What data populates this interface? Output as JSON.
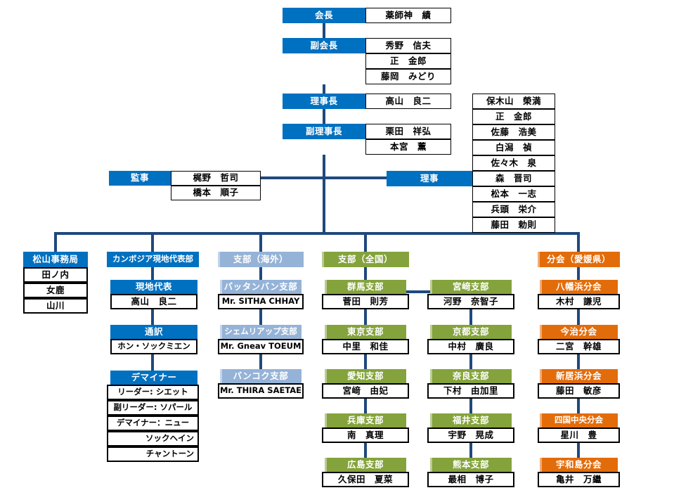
{
  "colors": {
    "header_blue": "#0070C0",
    "connector": "#1F497D",
    "light_blue": "#95B3D7",
    "green": "#84A33C",
    "orange": "#E36C0A",
    "cell_bg": "#FFFFFF",
    "cell_border": "#000000",
    "header_text": "#FFFFFF",
    "cell_text": "#000000"
  },
  "org": {
    "kaicho": {
      "title": "会長",
      "members": [
        "薬師神　績"
      ]
    },
    "fukukaicho": {
      "title": "副会長",
      "members": [
        "秀野　信夫",
        "正　金郎",
        "藤岡　みどり"
      ]
    },
    "rijicho": {
      "title": "理事長",
      "members": [
        "高山　良二"
      ]
    },
    "fukurijicho": {
      "title": "副理事長",
      "members": [
        "栗田　祥弘",
        "本宮　薫"
      ]
    },
    "kanji": {
      "title": "監事",
      "members": [
        "梶野　哲司",
        "橋本　順子"
      ]
    },
    "riji": {
      "title": "理事",
      "members": [
        "保木山　榮満",
        "正　金郎",
        "佐藤　浩美",
        "白潟　禎",
        "佐々木　泉",
        "森　晋司",
        "松本　一志",
        "兵頭　栄介",
        "藤田　勅則"
      ]
    },
    "matsuyama": {
      "title": "松山事務局",
      "members": [
        "田ノ内",
        "女鹿",
        "山川"
      ]
    },
    "cambodia": {
      "title": "カンボジア現地代表部",
      "units": [
        {
          "title": "現地代表",
          "members": [
            "高山　良二"
          ]
        },
        {
          "title": "通訳",
          "members": [
            "ホン・ソックミエン"
          ]
        },
        {
          "title": "デマイナー",
          "members": [
            "リーダー: シエット",
            "副リーダー: ソパール",
            "デマイナー：ニュー",
            "ソックヘイン",
            "チャントーン"
          ]
        }
      ]
    },
    "overseas": {
      "title": "支部（海外）",
      "units": [
        {
          "title": "バッタンバン支部",
          "members": [
            "Mr. SITHA CHHAY"
          ]
        },
        {
          "title": "シェムリアップ支部",
          "members": [
            "Mr. Gneav TOEUM"
          ]
        },
        {
          "title": "バンコク支部",
          "members": [
            "Mr. THIRA SAETAE"
          ]
        }
      ]
    },
    "national": {
      "title": "支部（全国）",
      "columns": [
        {
          "units": [
            {
              "title": "群馬支部",
              "members": [
                "菅田　則芳"
              ]
            },
            {
              "title": "東京支部",
              "members": [
                "中里　和佳"
              ]
            },
            {
              "title": "愛知支部",
              "members": [
                "宮﨑　由妃"
              ]
            },
            {
              "title": "兵庫支部",
              "members": [
                "南　真理"
              ]
            },
            {
              "title": "広島支部",
              "members": [
                "久保田　夏菜"
              ]
            }
          ]
        },
        {
          "units": [
            {
              "title": "宮﨑支部",
              "members": [
                "河野　奈智子"
              ]
            },
            {
              "title": "京都支部",
              "members": [
                "中村　廣良"
              ]
            },
            {
              "title": "奈良支部",
              "members": [
                "下村　由加里"
              ]
            },
            {
              "title": "福井支部",
              "members": [
                "宇野　晃成"
              ]
            },
            {
              "title": "熊本支部",
              "members": [
                "最相　博子"
              ]
            }
          ]
        }
      ]
    },
    "ehime": {
      "title": "分会（愛媛県）",
      "units": [
        {
          "title": "八幡浜分会",
          "members": [
            "木村　謙児"
          ]
        },
        {
          "title": "今治分会",
          "members": [
            "二宮　幹雄"
          ]
        },
        {
          "title": "新居浜分会",
          "members": [
            "藤田　敏彦"
          ]
        },
        {
          "title": "四国中央分会",
          "members": [
            "星川　豊"
          ]
        },
        {
          "title": "宇和島分会",
          "members": [
            "亀井　万繼"
          ]
        }
      ]
    }
  }
}
